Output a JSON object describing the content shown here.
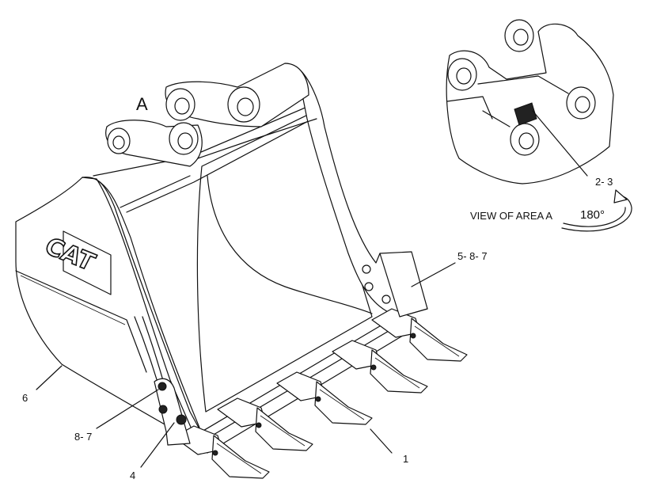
{
  "diagram": {
    "area_label": "A",
    "logo_text": "CAT",
    "view_caption": "VIEW OF AREA  A",
    "rotation_label": "180°",
    "callouts": [
      {
        "id": "callout-1",
        "text": "1"
      },
      {
        "id": "callout-2-3",
        "text": "2- 3"
      },
      {
        "id": "callout-4",
        "text": "4"
      },
      {
        "id": "callout-5-8-7",
        "text": "5- 8- 7"
      },
      {
        "id": "callout-6",
        "text": "6"
      },
      {
        "id": "callout-8-7",
        "text": "8- 7"
      }
    ]
  }
}
